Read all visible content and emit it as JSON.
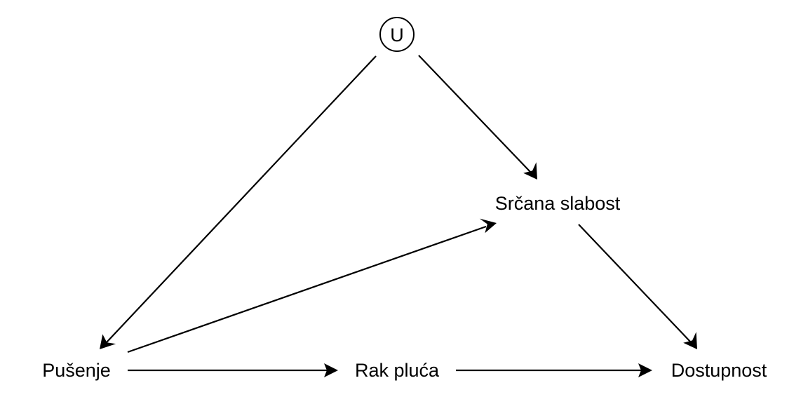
{
  "diagram": {
    "type": "causal-dag",
    "nodes": [
      {
        "id": "u",
        "label": "U",
        "latent": true
      },
      {
        "id": "srcana",
        "label": "Srčana slabost",
        "latent": false
      },
      {
        "id": "pusenje",
        "label": "Pušenje",
        "latent": false
      },
      {
        "id": "rak",
        "label": "Rak pluća",
        "latent": false
      },
      {
        "id": "dostupnost",
        "label": "Dostupnost",
        "latent": false
      }
    ],
    "edges": [
      {
        "from": "u",
        "to": "pusenje"
      },
      {
        "from": "u",
        "to": "srcana"
      },
      {
        "from": "pusenje",
        "to": "srcana"
      },
      {
        "from": "srcana",
        "to": "dostupnost"
      },
      {
        "from": "pusenje",
        "to": "rak"
      },
      {
        "from": "rak",
        "to": "dostupnost"
      }
    ],
    "colors": {
      "stroke": "#000000",
      "text": "#000000",
      "background": "#ffffff"
    }
  }
}
